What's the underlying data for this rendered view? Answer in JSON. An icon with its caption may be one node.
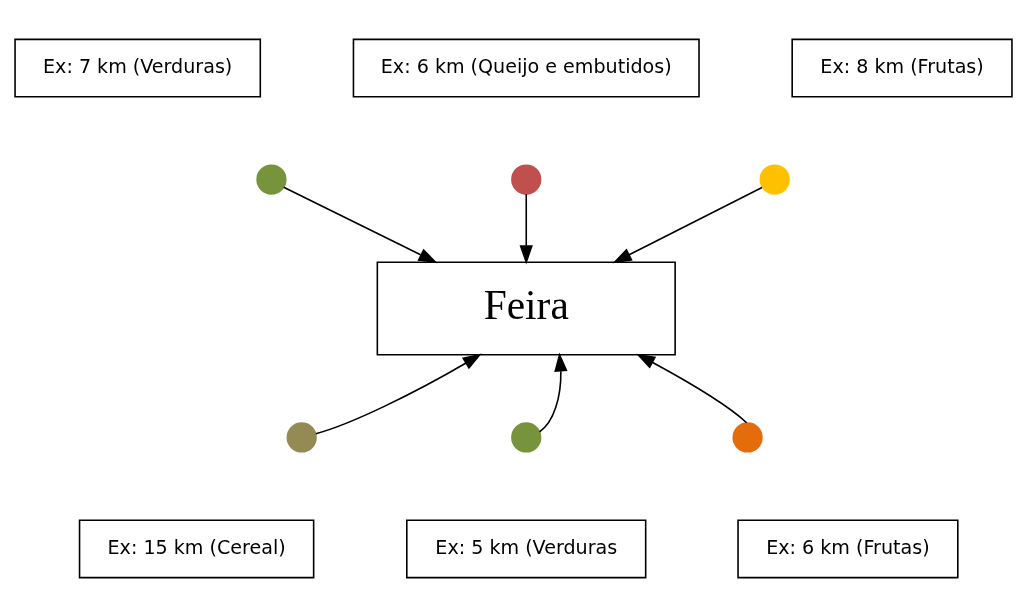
{
  "diagram": {
    "nodes": [
      {
        "text": [
          "Ex: 6 km (Queijo e embutidos)"
        ]
      },
      {
        "text": [
          "Ex: 8 km (Frutas)"
        ]
      },
      {
        "text": [
          "Ex: 7 km (Verduras)"
        ]
      },
      {
        "text": [],
        "shape": "circle"
      },
      {
        "text": [],
        "shape": "circle"
      },
      {
        "text": [],
        "shape": "circle"
      },
      {
        "text": [
          "Feira"
        ]
      },
      {
        "text": [],
        "shape": "circle"
      },
      {
        "text": [],
        "shape": "circle"
      },
      {
        "text": [],
        "shape": "circle"
      },
      {
        "text": [
          "Ex: 15 km (Cereal)"
        ]
      },
      {
        "text": [
          "Ex: 5 km (Verduras"
        ]
      },
      {
        "text": [
          "Ex: 6 km (Frutas)"
        ]
      }
    ],
    "edges": [
      {
        "from": 3,
        "to": 6,
        "arrow": "to"
      },
      {
        "from": 4,
        "to": 6,
        "arrow": "to"
      },
      {
        "from": 5,
        "to": 6,
        "arrow": "to"
      },
      {
        "from": 7,
        "to": 6,
        "arrow": "to"
      },
      {
        "from": 8,
        "to": 6,
        "arrow": "to"
      },
      {
        "from": 9,
        "to": 6,
        "arrow": "to"
      }
    ]
  }
}
